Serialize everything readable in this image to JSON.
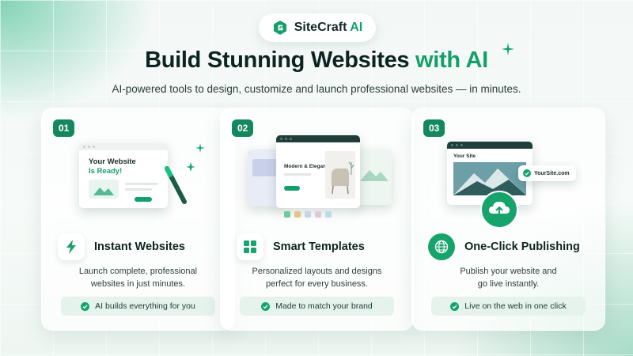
{
  "brand": {
    "name": "SiteCraft",
    "suffix": "AI",
    "logo_icon": "sitecraft-logo-icon"
  },
  "hero": {
    "title_main": "Build Stunning Websites",
    "title_accent": "with AI",
    "subtitle": "AI-powered tools to design, customize and launch professional websites — in minutes."
  },
  "colors": {
    "accent": "#15a06b",
    "accent_dark": "#15875e",
    "tag_bg": "#e6f3ed"
  },
  "cards": [
    {
      "number": "01",
      "title": "Instant Websites",
      "icon": "lightning-icon",
      "desc_line1": "Launch complete, professional",
      "desc_line2": "websites in just minutes.",
      "tag": "AI builds everything for you",
      "illustration": {
        "heading_line1": "Your Website",
        "heading_line2": "Is Ready!"
      }
    },
    {
      "number": "02",
      "title": "Smart Templates",
      "icon": "grid-icon",
      "desc_line1": "Personalized layouts and designs",
      "desc_line2": "perfect for every business.",
      "tag": "Made to match your brand",
      "illustration": {
        "template_label": "Modern & Elegant"
      }
    },
    {
      "number": "03",
      "title": "One-Click Publishing",
      "icon": "globe-icon",
      "desc_line1": "Publish your website and",
      "desc_line2": "go live instantly.",
      "tag": "Live on the web in one click",
      "illustration": {
        "site_label": "Your Site",
        "domain": "YourSite.com"
      }
    }
  ]
}
